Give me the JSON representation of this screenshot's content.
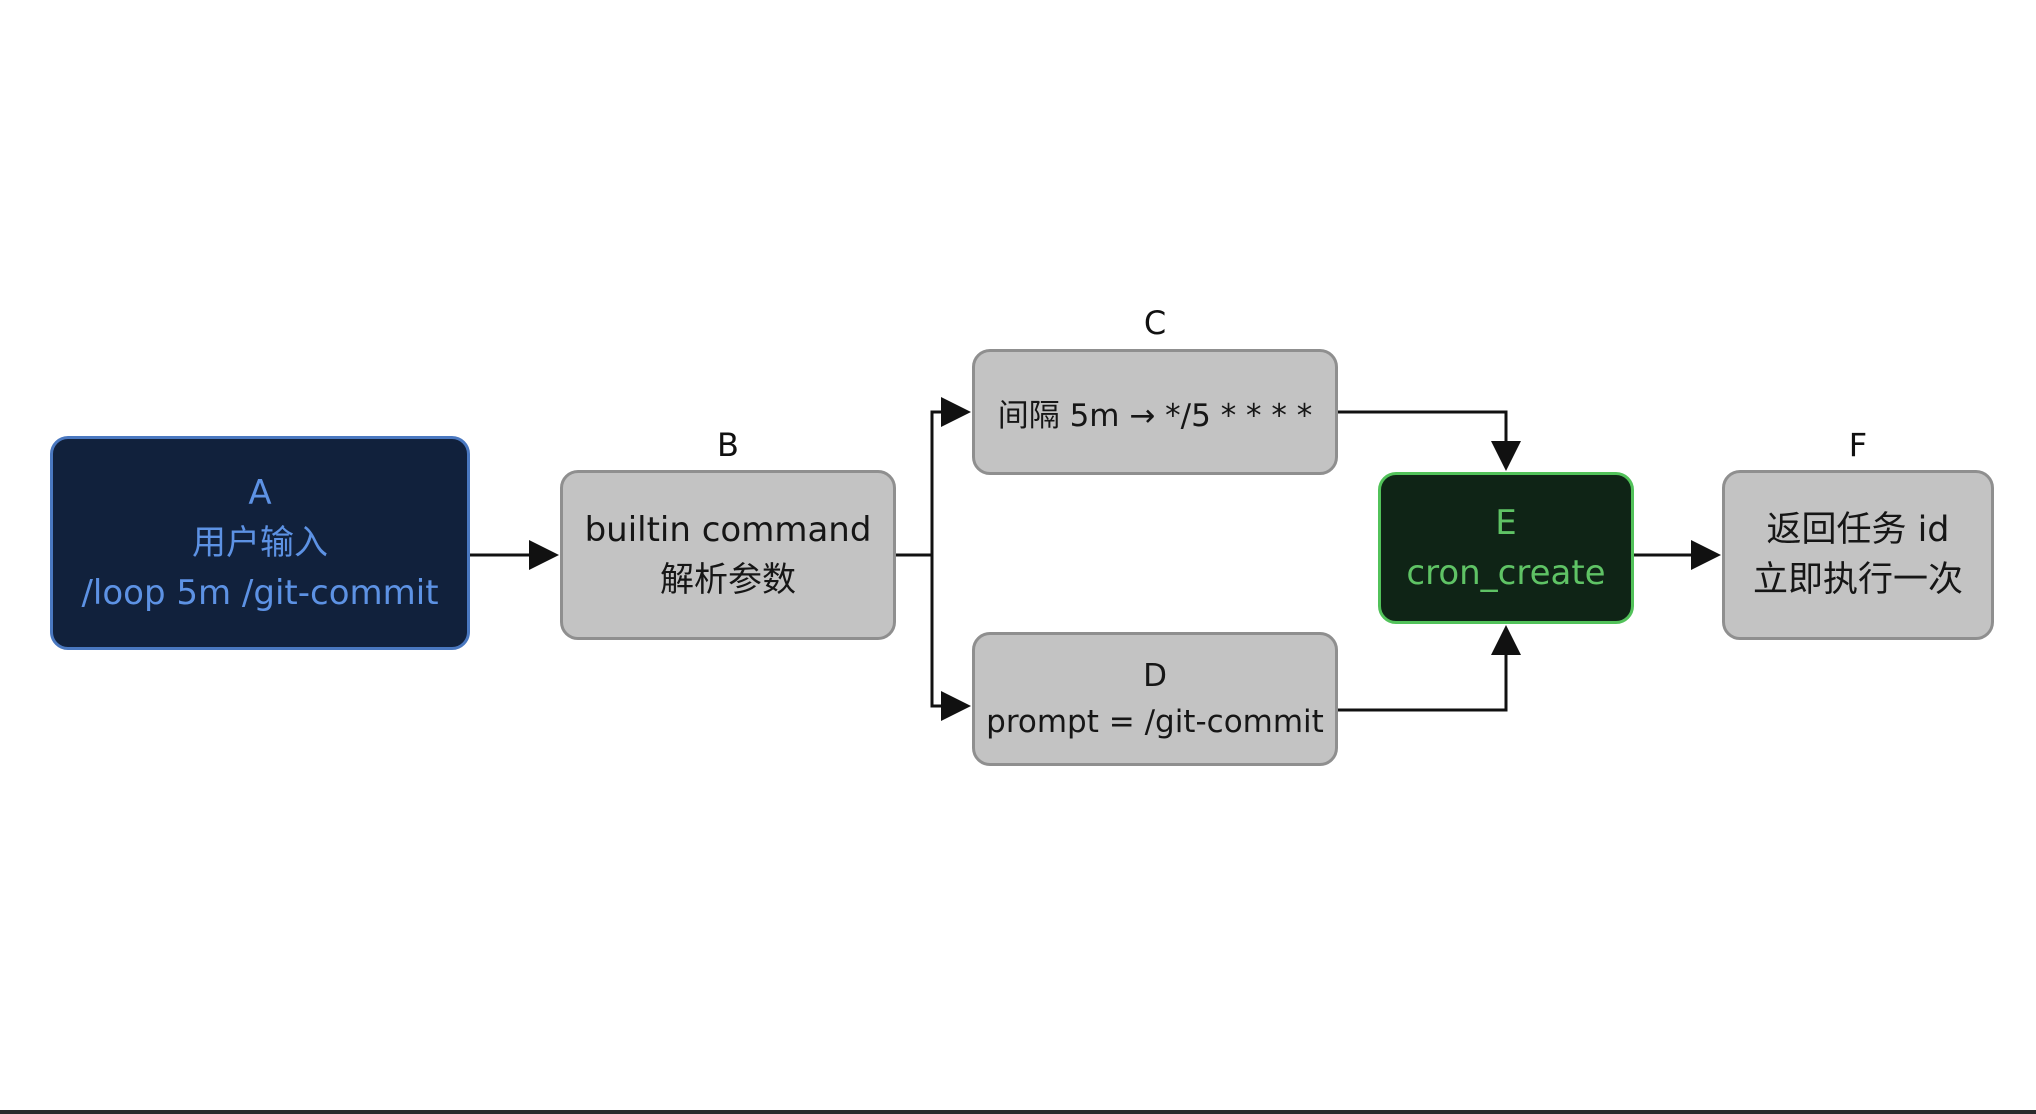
{
  "diagram": {
    "nodes": {
      "a": {
        "lines": [
          "A",
          "用户输入",
          "/loop 5m /git-commit"
        ]
      },
      "b": {
        "label": "B",
        "lines": [
          "builtin command",
          "解析参数"
        ]
      },
      "c": {
        "label": "C",
        "lines": [
          "间隔 5m → */5 * * * *"
        ]
      },
      "d": {
        "lines": [
          "D",
          "prompt = /git-commit"
        ]
      },
      "e": {
        "lines": [
          "E",
          "cron_create"
        ]
      },
      "f": {
        "label": "F",
        "lines": [
          "返回任务 id",
          "立即执行一次"
        ]
      }
    },
    "edges": [
      {
        "from": "A",
        "to": "B"
      },
      {
        "from": "B",
        "to": "C"
      },
      {
        "from": "B",
        "to": "D"
      },
      {
        "from": "C",
        "to": "E"
      },
      {
        "from": "D",
        "to": "E"
      },
      {
        "from": "E",
        "to": "F"
      }
    ]
  },
  "colors": {
    "node_a_fill": "#11213c",
    "node_a_text": "#5d92e4",
    "node_e_fill": "#0f2416",
    "node_e_text": "#5fc365",
    "gray_node_fill": "#c3c3c3",
    "arrow": "#111111"
  }
}
